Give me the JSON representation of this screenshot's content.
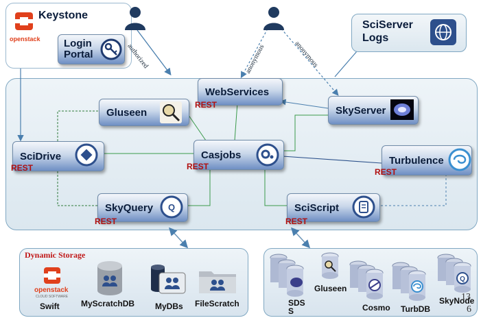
{
  "top": {
    "keystone_title": "Keystone",
    "openstack_text": "openstack",
    "login_portal_line1": "Login",
    "login_portal_line2": "Portal",
    "sciserver_logs_line1": "SciServer",
    "sciserver_logs_line2": "Logs",
    "edge_authorized": "authorized",
    "edge_anonymous_1": "anonymous",
    "edge_anonymous_2": "anonymous"
  },
  "services": {
    "webservices": "WebServices",
    "gluseen": "Gluseen",
    "skyserver": "SkyServer",
    "scidrive": "SciDrive",
    "casjobs": "Casjobs",
    "turbulence": "Turbulence",
    "skyquery": "SkyQuery",
    "sciscript": "SciScript",
    "rest": "REST"
  },
  "storage_left": {
    "title": "Dynamic Storage",
    "swift_brand": "openstack",
    "swift_sub": "CLOUD SOFTWARE",
    "swift": "Swift",
    "myscratchdb": "MyScratchDB",
    "mydbs": "MyDBs",
    "filescratch": "FileScratch"
  },
  "storage_right": {
    "sdss_line1": "SDS",
    "sdss_line2": "S",
    "gluseen": "Gluseen",
    "cosmo": "Cosmo",
    "turbdb": "TurbDB",
    "skynode": "SkyNode",
    "page_num_1": "13",
    "page_num_2": "6"
  },
  "colors": {
    "rest_red": "#b01010",
    "panel_border": "#7fa7c2",
    "person_blue": "#1f3a5f",
    "openstack_red": "#e0401c"
  }
}
